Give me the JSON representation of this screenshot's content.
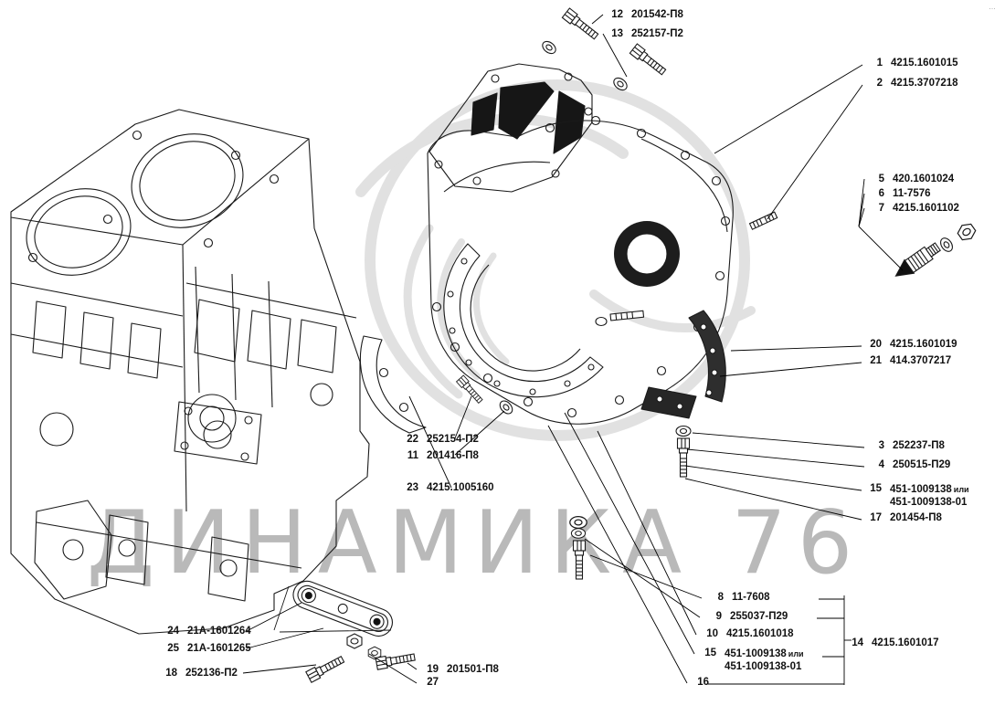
{
  "watermark": {
    "text": "ДИНАМИКА 76",
    "color": "#737373"
  },
  "corner_mark": "…",
  "diagram": {
    "line_color": "#1a1a1a",
    "label_color": "#111111"
  },
  "callouts": [
    {
      "num": "12",
      "part": "201542-П8"
    },
    {
      "num": "13",
      "part": "252157-П2"
    },
    {
      "num": "1",
      "part": "4215.1601015"
    },
    {
      "num": "2",
      "part": "4215.3707218"
    },
    {
      "num": "5",
      "part": "420.1601024"
    },
    {
      "num": "6",
      "part": "11-7576"
    },
    {
      "num": "7",
      "part": "4215.1601102"
    },
    {
      "num": "20",
      "part": "4215.1601019"
    },
    {
      "num": "21",
      "part": "414.3707217"
    },
    {
      "num": "3",
      "part": "252237-П8"
    },
    {
      "num": "4",
      "part": "250515-П29"
    },
    {
      "num": "15",
      "part": "451-1009138",
      "alt": "или",
      "part2": "451-1009138-01"
    },
    {
      "num": "17",
      "part": "201454-П8"
    },
    {
      "num": "22",
      "part": "252154-П2"
    },
    {
      "num": "11",
      "part": "201416-П8"
    },
    {
      "num": "23",
      "part": "4215.1005160"
    },
    {
      "num": "8",
      "part": "11-7608"
    },
    {
      "num": "9",
      "part": "255037-П29"
    },
    {
      "num": "10",
      "part": "4215.1601018"
    },
    {
      "num": "15",
      "part": "451-1009138",
      "alt": "или",
      "part2": "451-1009138-01"
    },
    {
      "num": "16",
      "part": ""
    },
    {
      "num": "14",
      "part": "4215.1601017"
    },
    {
      "num": "24",
      "part": "21А-1601264"
    },
    {
      "num": "25",
      "part": "21А-1601265"
    },
    {
      "num": "18",
      "part": "252136-П2"
    },
    {
      "num": "19",
      "part": "201501-П8"
    },
    {
      "num": "27",
      "part": ""
    }
  ]
}
